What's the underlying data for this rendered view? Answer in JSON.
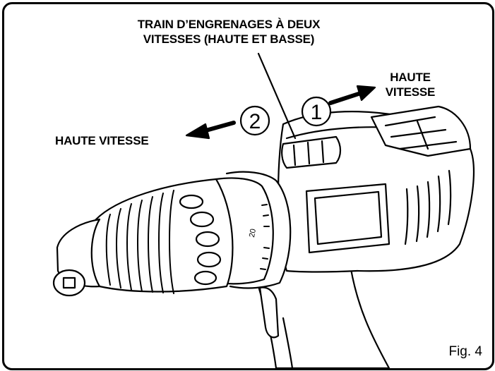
{
  "labels": {
    "gear_train_line1": "TRAIN D’ENGRENAGES À DEUX",
    "gear_train_line2": "VITESSES (HAUTE ET BASSE)",
    "high_speed_right_line1": "HAUTE",
    "high_speed_right_line2": "VITESSE",
    "high_speed_left": "HAUTE VITESSE",
    "step_one": "1",
    "step_two": "2",
    "clutch_number": "20",
    "figure": "Fig. 4"
  },
  "colors": {
    "ink": "#000000",
    "paper": "#ffffff"
  }
}
